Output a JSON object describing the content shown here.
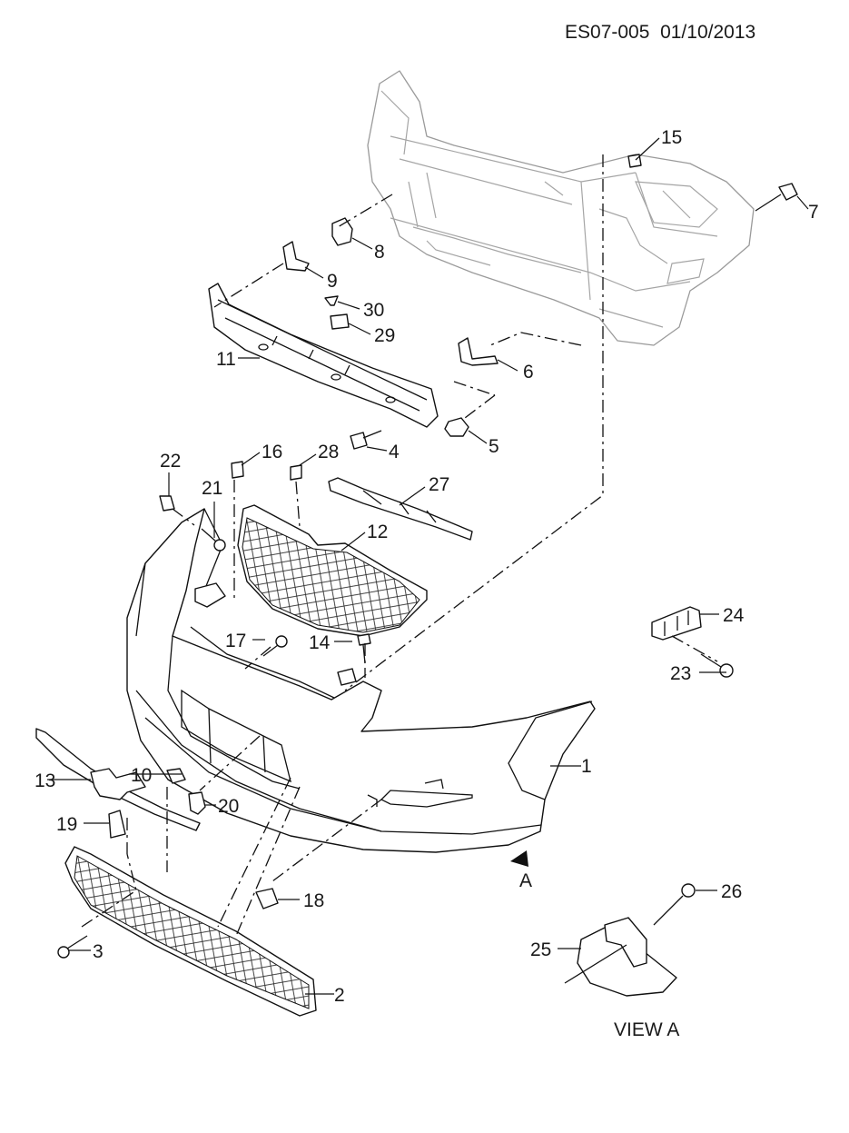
{
  "header": {
    "doc_code": "ES07-005",
    "date": "01/10/2013"
  },
  "view": {
    "arrow_label": "A",
    "title": "VIEW A"
  },
  "callouts": {
    "c1": "1",
    "c2": "2",
    "c3": "3",
    "c4": "4",
    "c5": "5",
    "c6": "6",
    "c7": "7",
    "c8": "8",
    "c9": "9",
    "c10": "10",
    "c11": "11",
    "c12": "12",
    "c13": "13",
    "c14": "14",
    "c15": "15",
    "c16": "16",
    "c17": "17",
    "c18": "18",
    "c19": "19",
    "c20": "20",
    "c21": "21",
    "c22": "22",
    "c23": "23",
    "c24": "24",
    "c25": "25",
    "c26": "26",
    "c27": "27",
    "c28": "28",
    "c29": "29",
    "c30": "30"
  },
  "colors": {
    "ink": "#111111",
    "ghost": "#9a9a9a",
    "paper": "#ffffff"
  }
}
